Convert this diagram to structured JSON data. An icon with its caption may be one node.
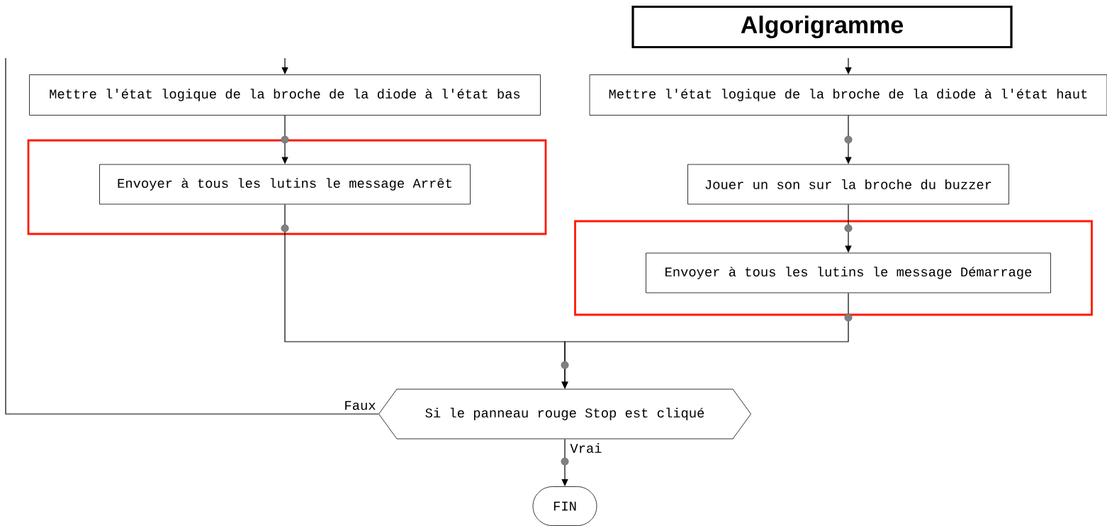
{
  "diagram": {
    "title": "Algorigramme",
    "nodes": [
      {
        "text": [
          "Mettre l'état logique de la broche de la diode à l'état bas"
        ]
      },
      {
        "text": [],
        "shape": "box"
      },
      {
        "text": [
          "Envoyer à tous les lutins le message Arrêt"
        ],
        "in": 1
      },
      {
        "text": [
          "Mettre l'état logique de la broche de la diode à l'état haut"
        ]
      },
      {
        "text": [
          "Jouer un son sur la broche du buzzer"
        ]
      },
      {
        "text": [],
        "shape": "box"
      },
      {
        "text": [
          "Envoyer à tous les lutins le message Démarrage"
        ],
        "in": 5
      },
      {
        "text": [
          "Si le panneau rouge Stop est cliqué"
        ]
      },
      {
        "text": [
          "FIN"
        ]
      }
    ],
    "edges": [
      {
        "from": null,
        "to": 0,
        "arrow": "to"
      },
      {
        "from": 0,
        "to": 2,
        "arrow": "to"
      },
      {
        "from": null,
        "to": 3,
        "arrow": "to"
      },
      {
        "from": 3,
        "to": 4,
        "arrow": "to"
      },
      {
        "from": 4,
        "to": 6,
        "arrow": "to"
      },
      {
        "from": 2,
        "to": 7,
        "arrow": "to"
      },
      {
        "from": 6,
        "to": 7,
        "arrow": "to"
      },
      {
        "from": 7,
        "to": 8,
        "arrow": "to",
        "label": "Vrai"
      },
      {
        "from": 7,
        "to": null,
        "arrow": "none",
        "label": "Faux"
      }
    ]
  }
}
